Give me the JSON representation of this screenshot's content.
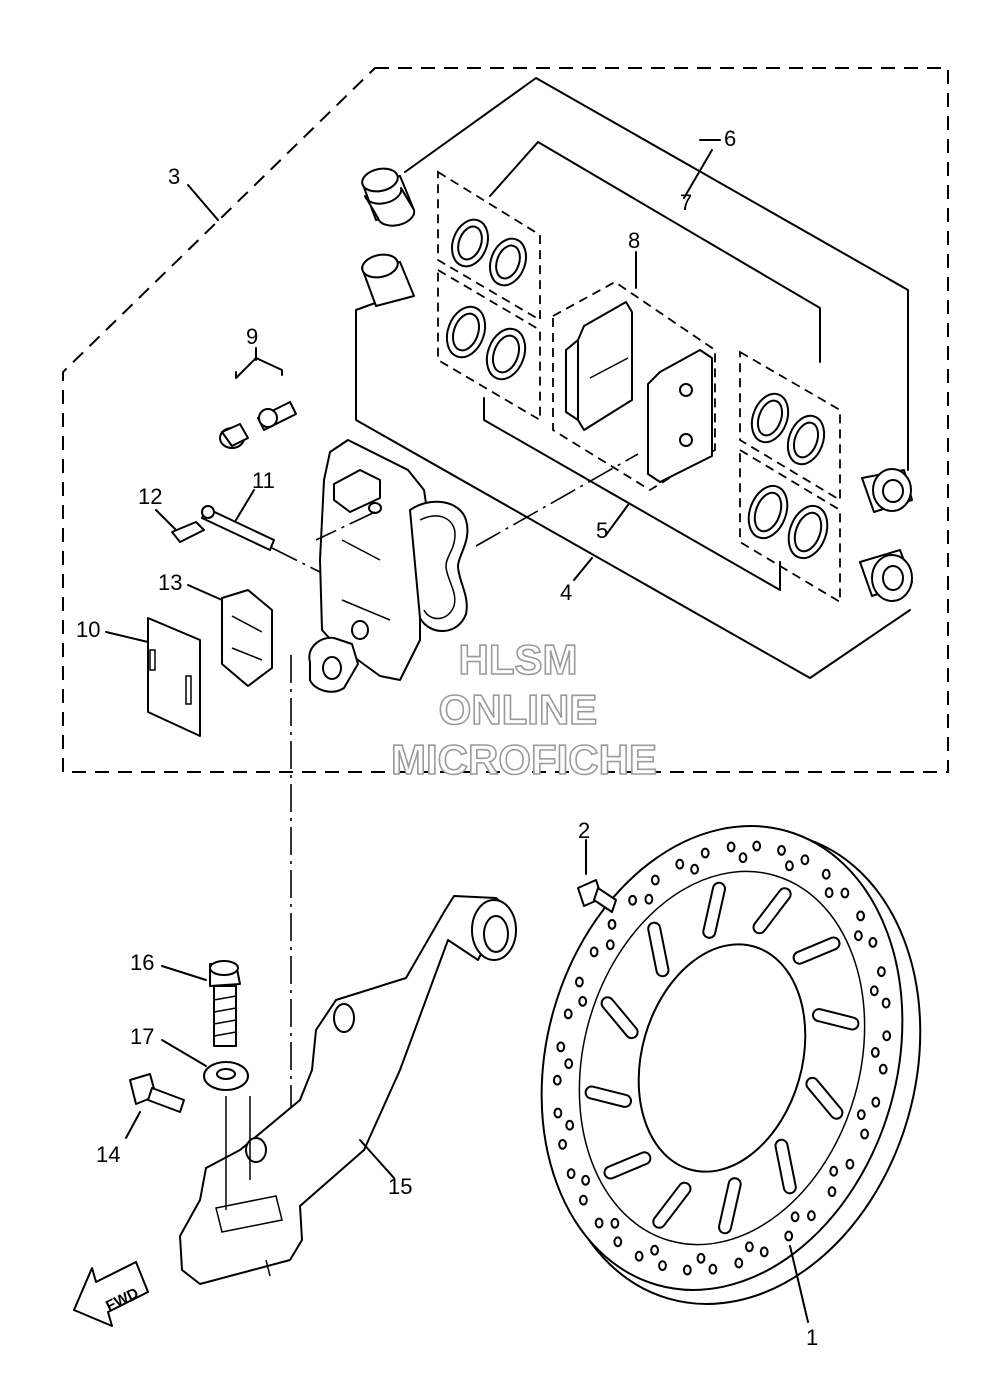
{
  "callouts": [
    {
      "id": "1",
      "label": "1"
    },
    {
      "id": "2",
      "label": "2"
    },
    {
      "id": "3",
      "label": "3"
    },
    {
      "id": "4",
      "label": "4"
    },
    {
      "id": "5",
      "label": "5"
    },
    {
      "id": "6",
      "label": "6"
    },
    {
      "id": "7",
      "label": "7"
    },
    {
      "id": "8",
      "label": "8"
    },
    {
      "id": "9",
      "label": "9"
    },
    {
      "id": "10",
      "label": "10"
    },
    {
      "id": "11",
      "label": "11"
    },
    {
      "id": "12",
      "label": "12"
    },
    {
      "id": "13",
      "label": "13"
    },
    {
      "id": "14",
      "label": "14"
    },
    {
      "id": "15",
      "label": "15"
    },
    {
      "id": "16",
      "label": "16"
    },
    {
      "id": "17",
      "label": "17"
    }
  ],
  "watermark": {
    "line1": "HLSM",
    "line2": "ONLINE",
    "line3": "MICROFICHE"
  },
  "direction_arrow": {
    "label": "FWD",
    "icon": "fwd-arrow-icon"
  }
}
